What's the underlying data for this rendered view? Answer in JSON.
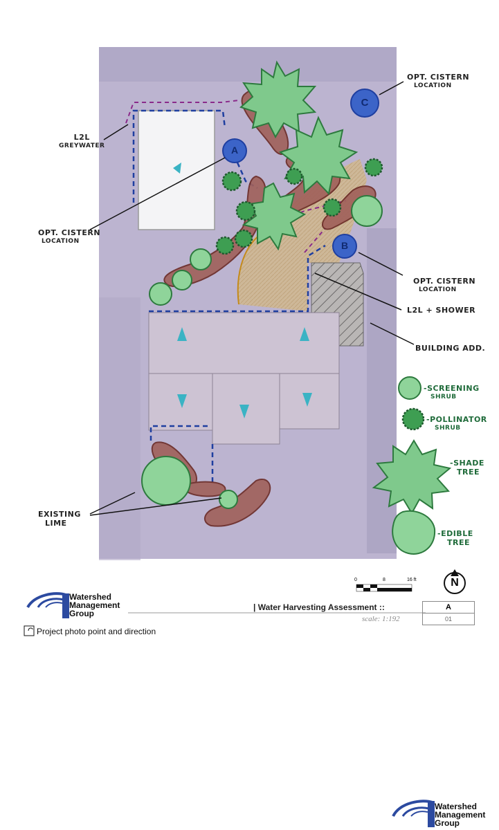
{
  "annotations": {
    "opt_cistern_c": [
      "Opt. Cistern",
      "Location"
    ],
    "l2l_greywater": [
      "L2L",
      "Greywater"
    ],
    "opt_cistern_a": [
      "Opt. Cistern",
      "Location"
    ],
    "opt_cistern_b": [
      "Opt. Cistern",
      "Location"
    ],
    "l2l_shower": "L2L + Shower",
    "building_add": "Building Add.",
    "existing_lime": [
      "Existing",
      "Lime"
    ]
  },
  "cistern_markers": [
    "A",
    "B",
    "C"
  ],
  "legend": {
    "screening_shrub": [
      "-Screening",
      "Shrub"
    ],
    "pollinator_shrub": [
      "-Pollinator",
      "Shrub"
    ],
    "shade_tree": [
      "-Shade",
      "Tree"
    ],
    "edible_tree": [
      "-Edible",
      "Tree"
    ]
  },
  "scale_bar": {
    "start": "0",
    "mid": "8",
    "end": "16 ft"
  },
  "north_arrow": "N",
  "logo": {
    "line1": "Watershed",
    "line2": "Management",
    "line3": "Group"
  },
  "title_block": {
    "title": "| Water Harvesting Assessment  ::",
    "scale": "scale: 1:192",
    "sheet_letter": "A",
    "sheet_number": "01"
  },
  "photo_point_note": "Project photo point and direction",
  "colors": {
    "route_blue": "#1f3fa0",
    "basin_brown": "#7a3a33",
    "plant_green": "#3a9a4a",
    "cistern_blue": "#3c64c8",
    "aerial_purple": "#bcb4d0"
  }
}
